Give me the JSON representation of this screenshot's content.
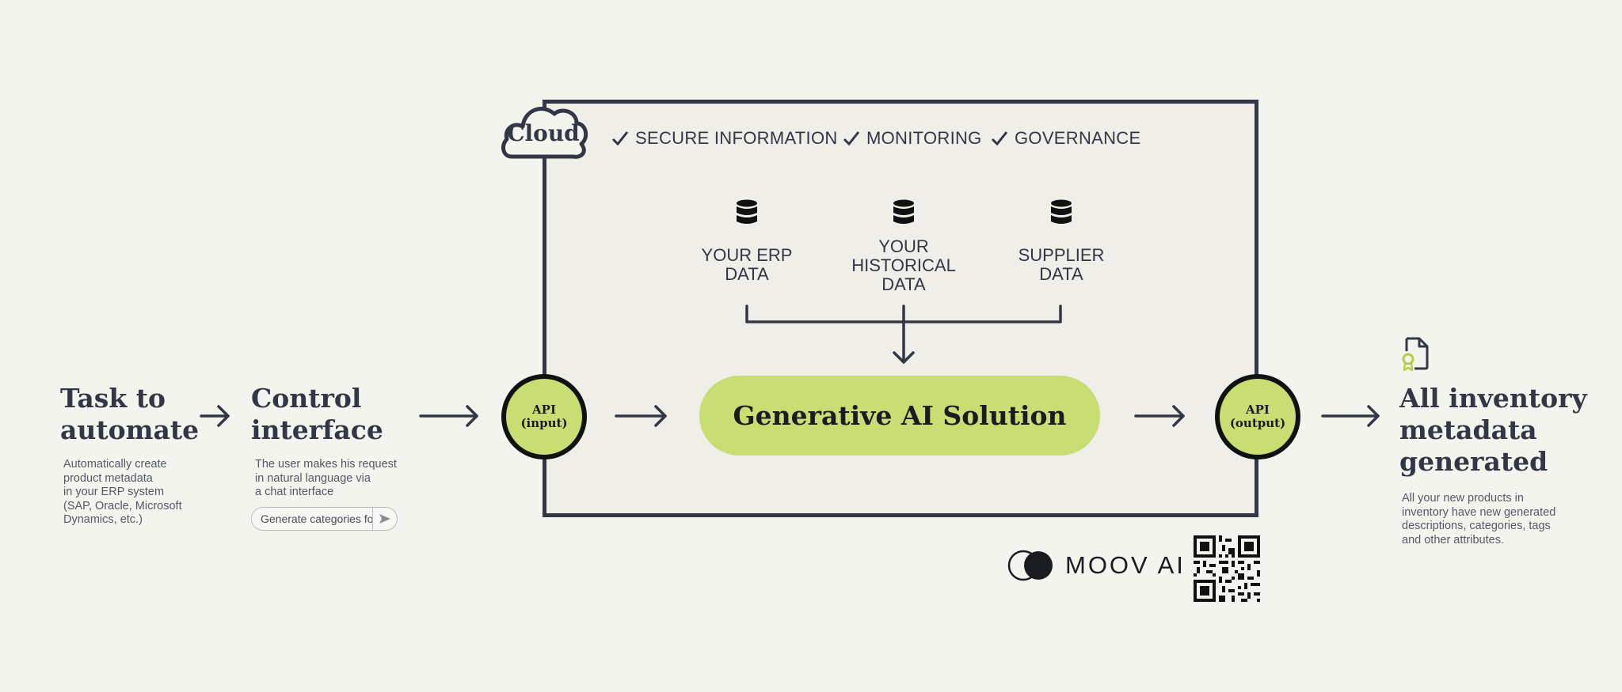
{
  "cloud": {
    "label": "Cloud"
  },
  "features": [
    "SECURE INFORMATION",
    "MONITORING",
    "GOVERNANCE"
  ],
  "sources": [
    {
      "lines": [
        "YOUR ERP",
        "DATA"
      ]
    },
    {
      "lines": [
        "YOUR",
        "HISTORICAL",
        "DATA"
      ]
    },
    {
      "lines": [
        "SUPPLIER",
        "DATA"
      ]
    }
  ],
  "solution": {
    "label": "Generative AI Solution"
  },
  "api_input": {
    "line1": "API",
    "line2": "(input)"
  },
  "api_output": {
    "line1": "API",
    "line2": "(output)"
  },
  "task": {
    "heading": [
      "Task to",
      "automate"
    ],
    "description": [
      "Automatically create",
      "product metadata",
      "in your ERP system",
      "(SAP, Oracle, Microsoft",
      "Dynamics, etc.)"
    ]
  },
  "control": {
    "heading": [
      "Control",
      "interface"
    ],
    "description": [
      "The user makes his request",
      "in natural language via",
      "a chat interface"
    ],
    "input_value": "Generate categories fo"
  },
  "output": {
    "heading": [
      "All inventory",
      "metadata",
      "generated"
    ],
    "description": [
      "All your new products in",
      "inventory have new generated",
      "descriptions, categories, tags",
      "and other attributes."
    ]
  },
  "brand": {
    "name": "MOOV AI"
  },
  "colors": {
    "accent": "#c8de72",
    "dark": "#333645",
    "background": "#f4f4ef"
  },
  "icons": [
    "database-icon",
    "check-icon",
    "document-award-icon",
    "arrow-right-icon",
    "send-icon",
    "qr-code-icon"
  ]
}
